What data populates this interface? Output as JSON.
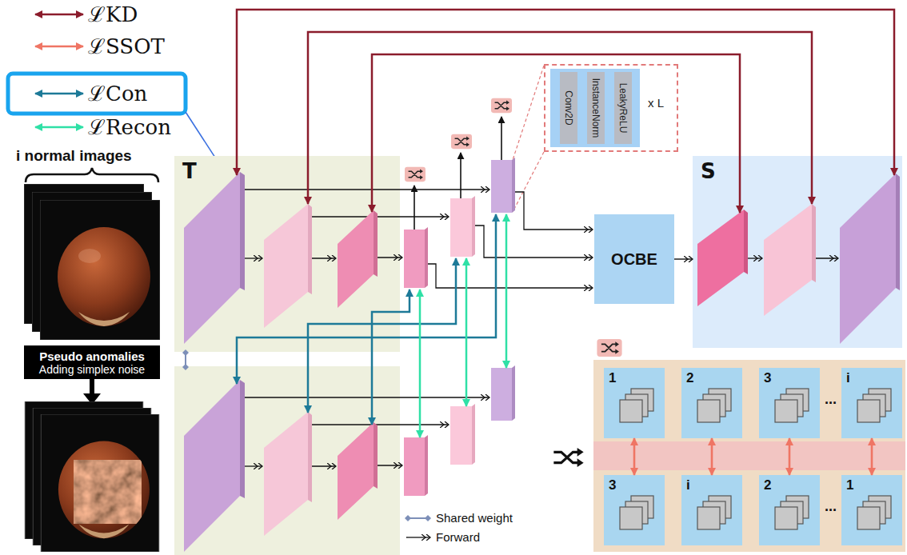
{
  "diagram": {
    "nodes": [
      {
        "text": [
          "Pseudo anomalies",
          "Adding simplex noise"
        ]
      },
      {
        "text": [
          "T"
        ]
      },
      {
        "text": [
          "x L"
        ]
      },
      {
        "text": [
          "Conv2D"
        ],
        "in": 2
      },
      {
        "text": [
          "InstanceNorm"
        ],
        "in": 2
      },
      {
        "text": [
          "LeakyReLU"
        ],
        "in": 2
      },
      {
        "text": [
          "OCBE"
        ]
      },
      {
        "text": [
          "S"
        ]
      },
      {
        "text": [
          "1"
        ]
      },
      {
        "text": [
          "2"
        ]
      },
      {
        "text": [
          "3"
        ]
      },
      {
        "text": [
          "i"
        ]
      },
      {
        "text": [
          "3"
        ]
      },
      {
        "text": [
          "i"
        ]
      },
      {
        "text": [
          "2"
        ]
      },
      {
        "text": [
          "1"
        ]
      }
    ],
    "edges": [
      {
        "from": 6,
        "to": 7,
        "arrow": "to"
      },
      {
        "from": 8,
        "to": 12,
        "arrow": "both"
      },
      {
        "from": 9,
        "to": 13,
        "arrow": "both"
      },
      {
        "from": 10,
        "to": 14,
        "arrow": "both"
      },
      {
        "from": 11,
        "to": 15,
        "arrow": "both"
      }
    ],
    "labels": [
      "i normal images",
      "...",
      "..."
    ],
    "legend": [
      {
        "text": "ℒKD",
        "color": "#8b1c2c"
      },
      {
        "text": "ℒSSOT",
        "color": "#ef7564"
      },
      {
        "text": "ℒCon",
        "color": "#1d7a98"
      },
      {
        "text": "ℒRecon",
        "color": "#2fe0a6"
      },
      {
        "text": "Shared weight"
      },
      {
        "text": "Forward"
      }
    ]
  }
}
